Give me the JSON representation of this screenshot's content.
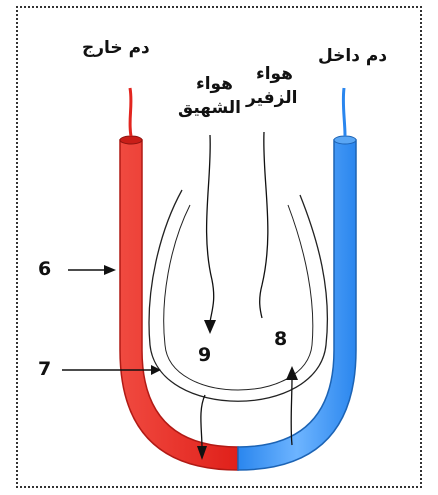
{
  "labels": {
    "blood_out": "دم خارج",
    "blood_in": "دم داخل",
    "inhaled_line1": "هواء",
    "inhaled_line2": "الشهيق",
    "exhaled_line1": "هواء",
    "exhaled_line2": "الزفير",
    "n6": "6",
    "n7": "7",
    "n8": "8",
    "n9": "9"
  },
  "colors": {
    "oxygenated": "#ee2a24",
    "oxygenated_dark": "#b11a15",
    "deoxygenated": "#2b8ff2",
    "deoxygenated_light": "#9fd0ff",
    "line": "#111111"
  }
}
